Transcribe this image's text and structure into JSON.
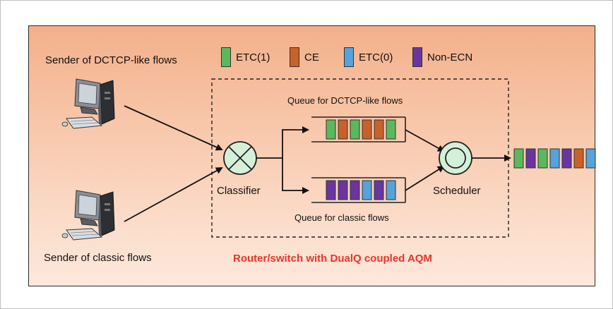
{
  "colors": {
    "etc1": "#5cb85c",
    "ce": "#c8622a",
    "etc0": "#55a3d9",
    "non_ecn": "#6a35a0",
    "router_caption": "#e8342a",
    "node_fill": "#d5f0d8"
  },
  "legend": [
    {
      "label": "ETC(1)",
      "color_key": "etc1"
    },
    {
      "label": "CE",
      "color_key": "ce"
    },
    {
      "label": "ETC(0)",
      "color_key": "etc0"
    },
    {
      "label": "Non-ECN",
      "color_key": "non_ecn"
    }
  ],
  "senders": {
    "dctcp": "Sender of DCTCP-like flows",
    "classic": "Sender of classic flows"
  },
  "icons": {
    "computer": "desktop-computer-icon",
    "classifier": "x-circle-icon",
    "scheduler": "double-circle-icon"
  },
  "queues": {
    "dctcp_label": "Queue for DCTCP-like flows",
    "classic_label": "Queue for classic flows",
    "dctcp_packets": [
      "etc1",
      "ce",
      "etc1",
      "ce",
      "ce",
      "etc1"
    ],
    "classic_packets": [
      "non_ecn",
      "non_ecn",
      "non_ecn",
      "etc0",
      "non_ecn",
      "etc0"
    ]
  },
  "nodes": {
    "classifier": "Classifier",
    "scheduler": "Scheduler"
  },
  "output_packets": [
    "etc1",
    "non_ecn",
    "etc1",
    "etc0",
    "non_ecn",
    "ce",
    "etc0"
  ],
  "router_caption": "Router/switch with DualQ coupled AQM"
}
